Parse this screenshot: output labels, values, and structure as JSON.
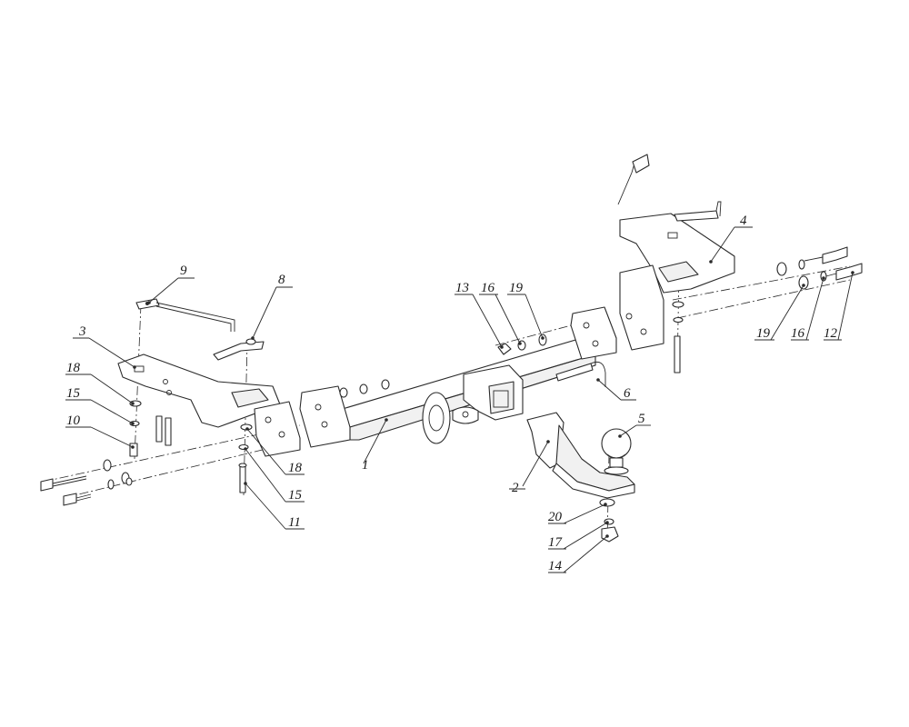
{
  "callouts": [
    {
      "id": "c1",
      "label": "1"
    },
    {
      "id": "c2",
      "label": "2"
    },
    {
      "id": "c3",
      "label": "3"
    },
    {
      "id": "c4",
      "label": "4"
    },
    {
      "id": "c5",
      "label": "5"
    },
    {
      "id": "c6",
      "label": "6"
    },
    {
      "id": "c8",
      "label": "8"
    },
    {
      "id": "c9",
      "label": "9"
    },
    {
      "id": "c10",
      "label": "10"
    },
    {
      "id": "c11",
      "label": "11"
    },
    {
      "id": "c12",
      "label": "12"
    },
    {
      "id": "c13",
      "label": "13"
    },
    {
      "id": "c14",
      "label": "14"
    },
    {
      "id": "c15a",
      "label": "15"
    },
    {
      "id": "c15b",
      "label": "15"
    },
    {
      "id": "c16a",
      "label": "16"
    },
    {
      "id": "c16b",
      "label": "16"
    },
    {
      "id": "c17",
      "label": "17"
    },
    {
      "id": "c18a",
      "label": "18"
    },
    {
      "id": "c18b",
      "label": "18"
    },
    {
      "id": "c19a",
      "label": "19"
    },
    {
      "id": "c19b",
      "label": "19"
    },
    {
      "id": "c20",
      "label": "20"
    }
  ]
}
